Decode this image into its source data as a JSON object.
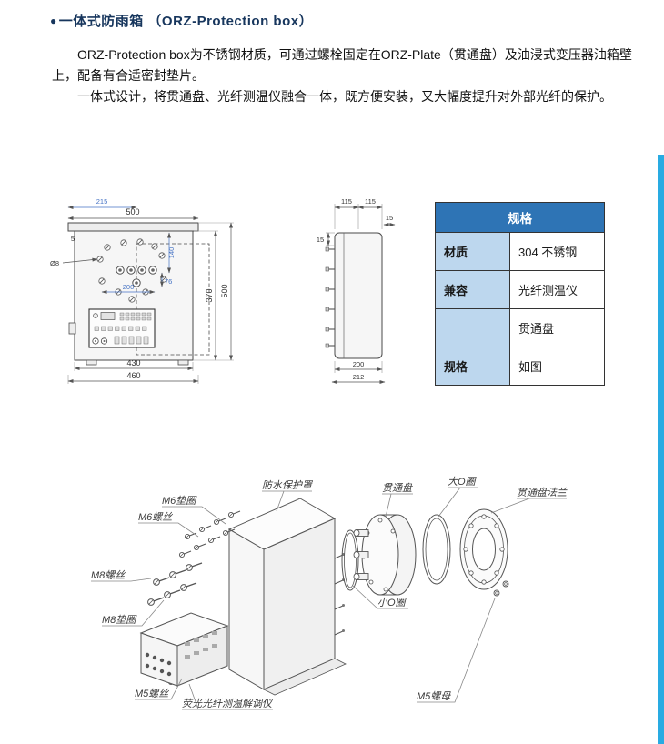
{
  "header": {
    "bullet": "●",
    "title": "一体式防雨箱 （ORZ-Protection box）"
  },
  "intro": {
    "paragraph1": "ORZ-Protection box为不锈钢材质，可通过螺栓固定在ORZ-Plate（贯通盘）及油浸式变压器油箱壁上，配备有合适密封垫片。",
    "paragraph2": "一体式设计，将贯通盘、光纤测温仪融合一体，既方便安装，又大幅度提升对外部光纤的保护。"
  },
  "front_view": {
    "dims": {
      "offset_215": "215",
      "width_500": "500",
      "gap_5": "5",
      "hole_dia": "Ø8",
      "inner_140": "140",
      "inner_76": "76",
      "inner_200": "200",
      "height_370": "370",
      "height_500": "500",
      "width_430": "430",
      "width_460": "460"
    }
  },
  "side_view": {
    "dims": {
      "depth_115_a": "115",
      "depth_115_b": "115",
      "inset_15_top": "15",
      "inset_15_left": "15",
      "depth_200": "200",
      "depth_212": "212"
    }
  },
  "spec_table": {
    "header": "规格",
    "rows": [
      {
        "label": "材质",
        "value": "304 不锈钢"
      },
      {
        "label": "兼容",
        "value": "光纤测温仪"
      },
      {
        "label": "",
        "value": "贯通盘"
      },
      {
        "label": "规格",
        "value": "如图"
      }
    ]
  },
  "exploded": {
    "labels": {
      "m6_washer": "M6垫圈",
      "m6_screw": "M6螺丝",
      "m8_screw": "M8螺丝",
      "m8_washer": "M8垫圈",
      "m5_screw": "M5螺丝",
      "waterproof_cover": "防水保护罩",
      "feedthrough_plate": "贯通盘",
      "big_o_ring": "大O圈",
      "flange": "贯通盘法兰",
      "small_o_ring": "小O圈",
      "m5_nut": "M5螺母",
      "demodulator": "荧光光纤测温解调仪"
    }
  },
  "colors": {
    "title": "#17365d",
    "accent_bar": "#29abe2",
    "table_header_bg": "#2e74b5",
    "table_label_bg": "#bdd7ee",
    "dim_blue": "#4472c4"
  }
}
